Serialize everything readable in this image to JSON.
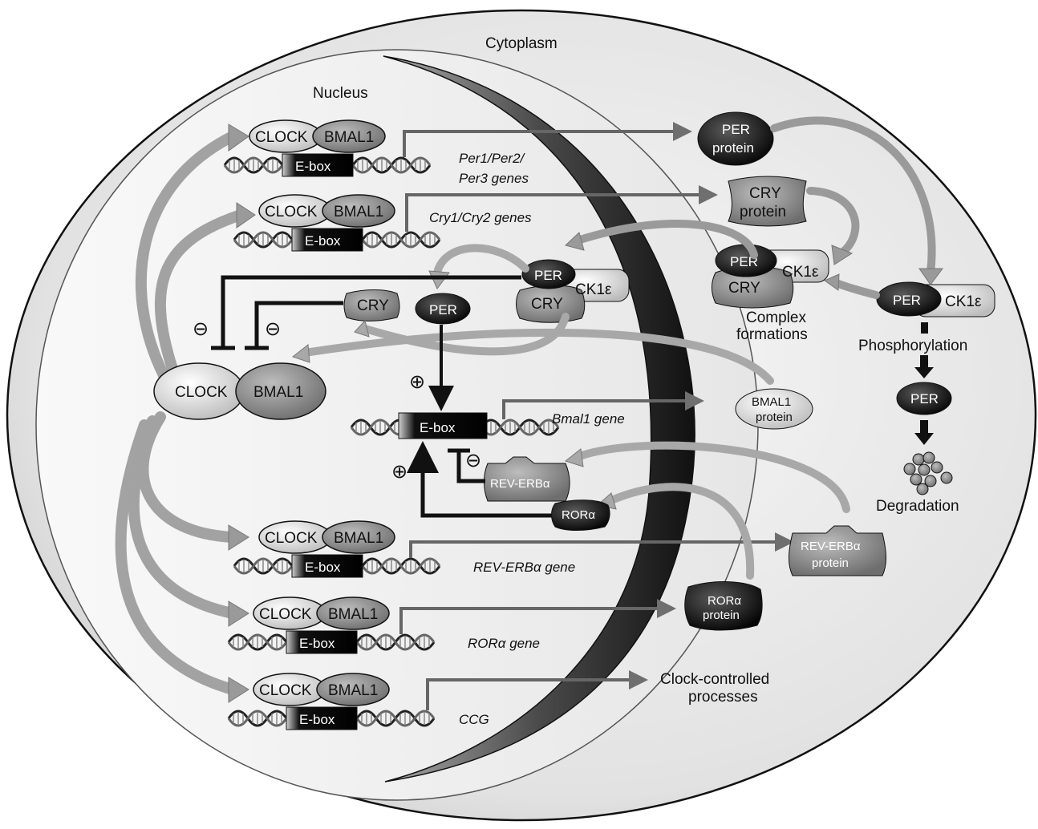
{
  "compartments": {
    "cytoplasm": "Cytoplasm",
    "nucleus": "Nucleus"
  },
  "clock_gene_rows": [
    {
      "clock": "CLOCK",
      "bmal": "BMAL1",
      "ebox": "E-box",
      "gene": [
        "Per1/Per2/",
        "Per3 genes"
      ],
      "product": [
        "PER",
        "protein"
      ]
    },
    {
      "clock": "CLOCK",
      "bmal": "BMAL1",
      "ebox": "E-box",
      "gene": [
        "Cry1/Cry2 genes"
      ],
      "product": [
        "CRY",
        "protein"
      ]
    },
    {
      "clock": "CLOCK",
      "bmal": "BMAL1",
      "ebox": "E-box",
      "gene": [
        "REV-ERBα gene"
      ],
      "product": [
        "REV-ERBα",
        "protein"
      ]
    },
    {
      "clock": "CLOCK",
      "bmal": "BMAL1",
      "ebox": "E-box",
      "gene": [
        "RORα gene"
      ],
      "product": [
        "RORα",
        "protein"
      ]
    },
    {
      "clock": "CLOCK",
      "bmal": "BMAL1",
      "ebox": "E-box",
      "gene": [
        "CCG"
      ],
      "product": [
        "Clock-controlled",
        "processes"
      ]
    }
  ],
  "nuclear_complex": {
    "per": "PER",
    "cry": "CRY",
    "ck1e": "CK1ε"
  },
  "free_cry": "CRY",
  "free_per": "PER",
  "heterodimer": {
    "clock": "CLOCK",
    "bmal": "BMAL1"
  },
  "bmal1_gene": {
    "ebox": "E-box",
    "gene": "Bmal1 gene",
    "product": [
      "BMAL1",
      "protein"
    ]
  },
  "regulators": {
    "rev": "REV-ERBα",
    "ror": "RORα"
  },
  "signs": {
    "minus": "⊖",
    "plus": "⊕"
  },
  "cytoplasm_complex": {
    "per": "PER",
    "cry": "CRY",
    "ck1e": "CK1ε",
    "caption": [
      "Complex",
      "formations"
    ]
  },
  "phospho": {
    "per": "PER",
    "ck1e": "CK1ε",
    "label": "Phosphorylation",
    "per2": "PER",
    "degradation": "Degradation"
  },
  "colors": {
    "dark": "#111111",
    "mid": "#8a8a8a",
    "light": "#d9d9d9"
  }
}
